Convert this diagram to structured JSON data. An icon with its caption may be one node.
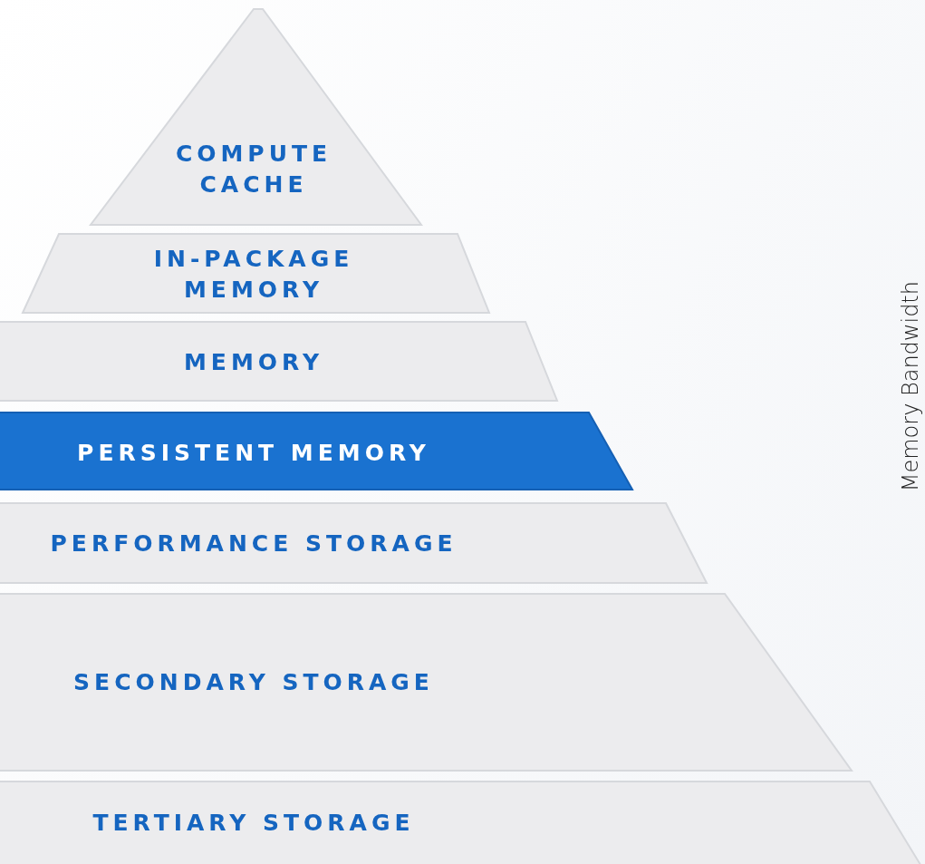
{
  "diagram": {
    "nodes": [
      {
        "text": [
          "COMPUTE CACHE"
        ]
      },
      {
        "text": [
          "IN-PACKAGE MEMORY"
        ]
      },
      {
        "text": [
          "MEMORY"
        ]
      },
      {
        "text": [
          "PERSISTENT MEMORY"
        ]
      },
      {
        "text": [
          "PERFORMANCE STORAGE"
        ]
      },
      {
        "text": [
          "SECONDARY STORAGE"
        ]
      },
      {
        "text": [
          "TERTIARY STORAGE"
        ]
      }
    ],
    "edges": [],
    "labels": [
      "Memory Bandwidth"
    ]
  }
}
